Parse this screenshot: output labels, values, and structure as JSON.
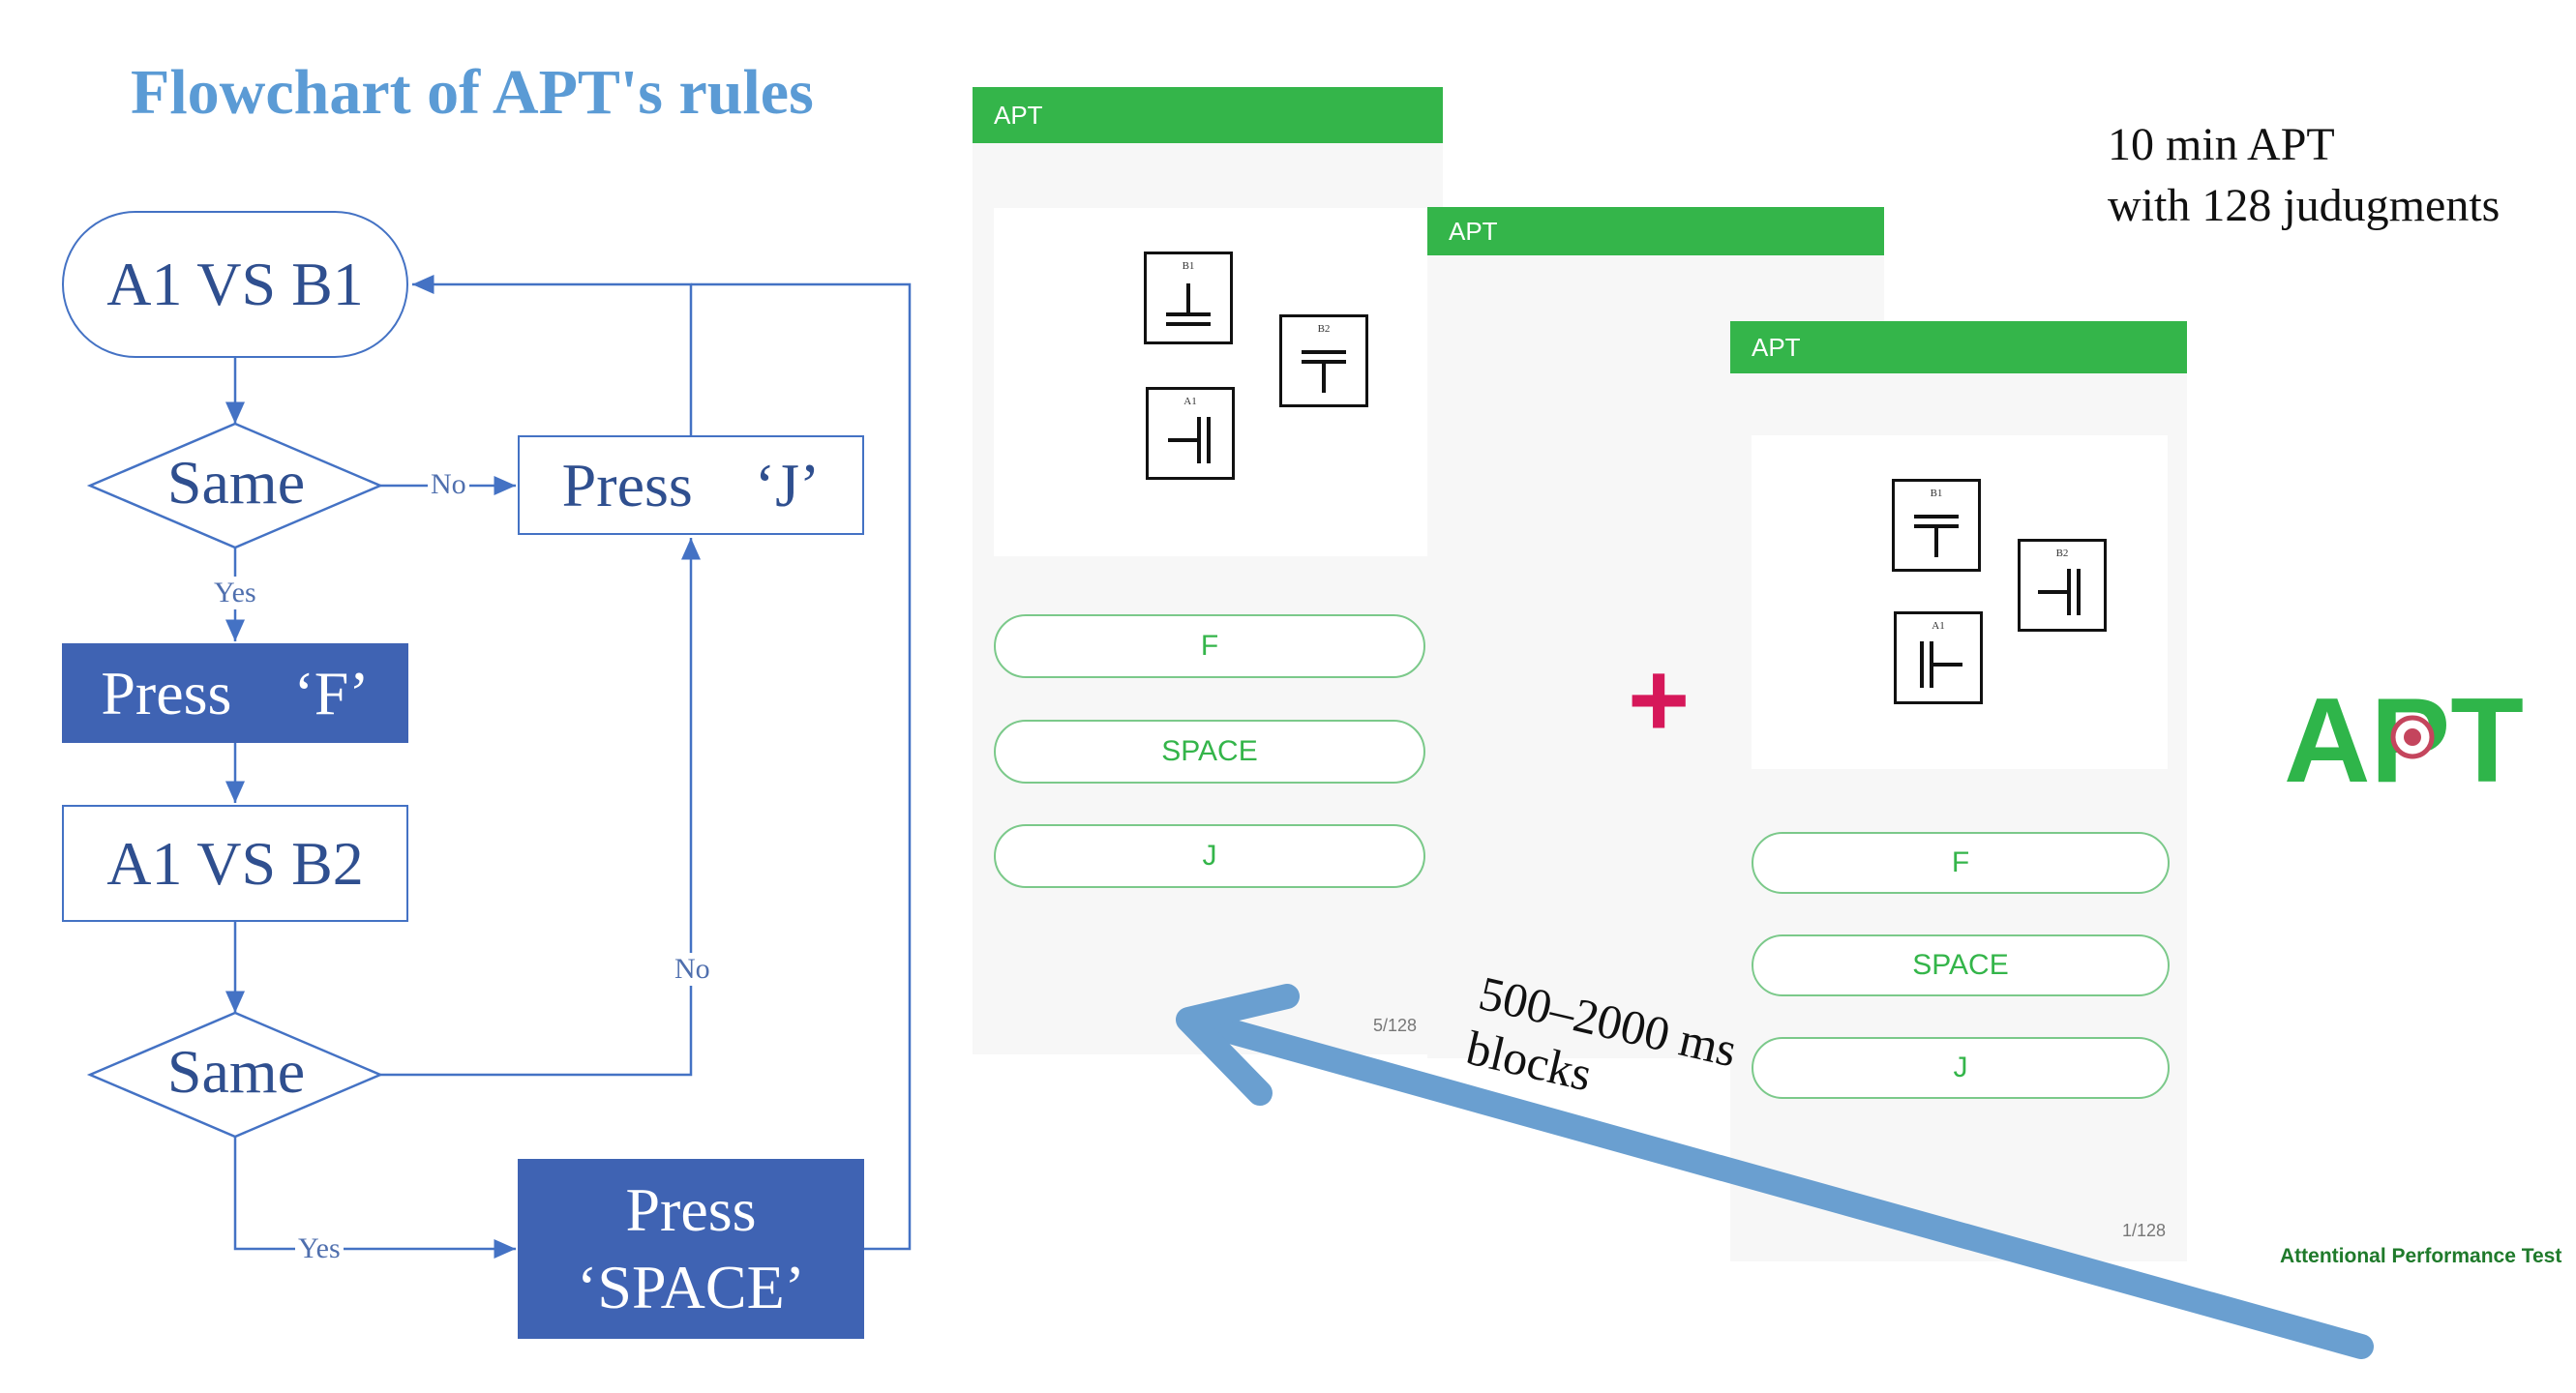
{
  "flowchart": {
    "title": "Flowchart of APT's rules",
    "start": "A1 VS B1",
    "decision_1": "Same",
    "decision_2": "Same",
    "press_j": "Press ‘J’",
    "press_f": "Press ‘F’",
    "compare_2": "A1 VS B2",
    "press_space_line1": "Press",
    "press_space_line2": "‘SPACE’",
    "label_no_1": "No",
    "label_yes_1": "Yes",
    "label_no_2": "No",
    "label_yes_2": "Yes",
    "colors": {
      "line": "#4472c4",
      "filled": "#3f63b3",
      "title": "#5b9bd5"
    }
  },
  "screens": [
    {
      "appbar": "APT",
      "stimuli": [
        {
          "label": "B1",
          "glyph": "perp-up"
        },
        {
          "label": "B2",
          "glyph": "t-double"
        },
        {
          "label": "A1",
          "glyph": "left-t-bars"
        }
      ],
      "buttons": [
        "F",
        "SPACE",
        "J"
      ],
      "counter": "5/128"
    },
    {
      "appbar": "APT"
    },
    {
      "appbar": "APT",
      "stimuli": [
        {
          "label": "B1",
          "glyph": "t-double"
        },
        {
          "label": "B2",
          "glyph": "left-t-bars"
        },
        {
          "label": "A1",
          "glyph": "right-t-bars"
        }
      ],
      "buttons": [
        "F",
        "SPACE",
        "J"
      ],
      "counter": "1/128"
    }
  ],
  "note_line1": "10 min APT",
  "note_line2": "with 128 judugments",
  "fixation": "+",
  "interval_line1": "500–2000 ms",
  "interval_line2": "blocks",
  "logo_text": "APT",
  "logo_caption": "Attentional Performance Test",
  "colors": {
    "appbar": "#34b54a",
    "fixation": "#d6185a",
    "arrow": "#6a9fd0",
    "logo": "#2fb54a"
  }
}
